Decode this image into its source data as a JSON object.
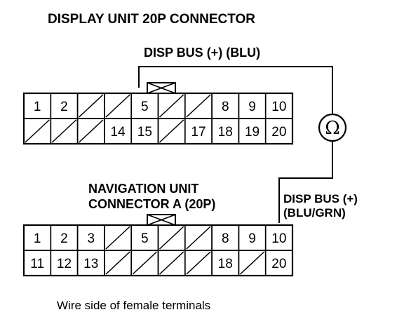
{
  "title": "DISPLAY UNIT 20P CONNECTOR",
  "top_wire_label": "DISP BUS (+) (BLU)",
  "ohm_symbol": "Ω",
  "right_wire_label_line1": "DISP BUS (+)",
  "right_wire_label_line2": "(BLU/GRN)",
  "nav_label_line1": "NAVIGATION UNIT",
  "nav_label_line2": "CONNECTOR A (20P)",
  "caption": "Wire side of female terminals",
  "display_connector": {
    "row1": [
      "1",
      "2",
      "",
      "",
      "5",
      "",
      "",
      "8",
      "9",
      "10"
    ],
    "row2": [
      "",
      "",
      "",
      "14",
      "15",
      "",
      "17",
      "18",
      "19",
      "20"
    ]
  },
  "nav_connector": {
    "row1": [
      "1",
      "2",
      "3",
      "",
      "5",
      "",
      "",
      "8",
      "9",
      "10"
    ],
    "row2": [
      "11",
      "12",
      "13",
      "",
      "",
      "",
      "",
      "18",
      "",
      "20"
    ]
  }
}
